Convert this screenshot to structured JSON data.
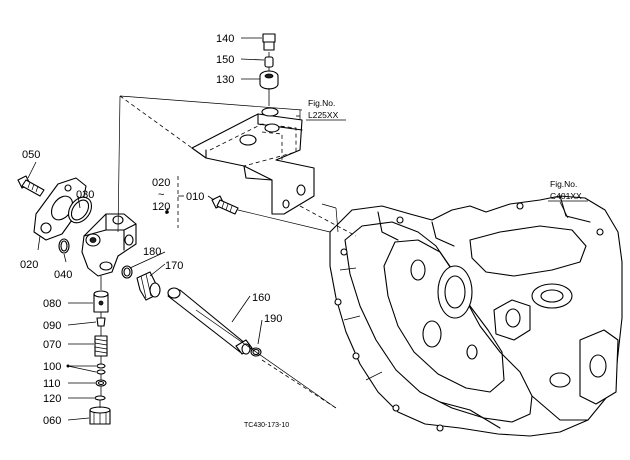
{
  "callouts": {
    "p140": "140",
    "p150": "150",
    "p130": "130",
    "p050": "050",
    "p030": "030",
    "p020_top": "020",
    "p020_range_sep": "~",
    "p120_range": "120",
    "p010": "010",
    "p020": "020",
    "p040": "040",
    "p180": "180",
    "p170": "170",
    "p160": "160",
    "p190": "190",
    "p080": "080",
    "p090": "090",
    "p070": "070",
    "p100": "100",
    "p110": "110",
    "p120": "120",
    "p060": "060"
  },
  "references": {
    "fig1_title": "Fig.No.",
    "fig1_code": "L225XX",
    "fig2_title": "Fig.No.",
    "fig2_code": "C401XX"
  },
  "footer": {
    "drawing_code": "TC430-173-10"
  }
}
